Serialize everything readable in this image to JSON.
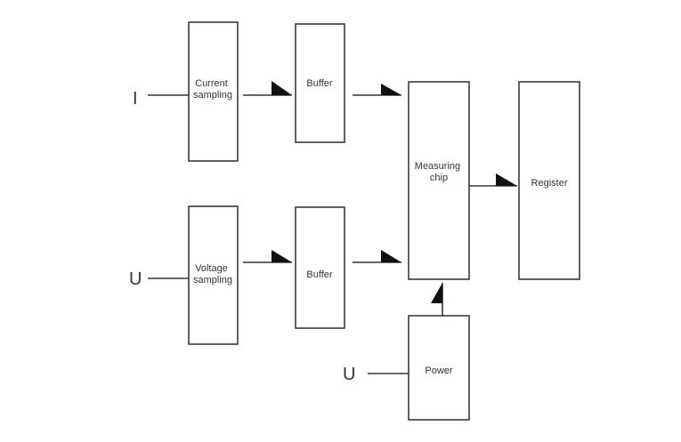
{
  "inputs": {
    "current": "I",
    "voltage": "U",
    "power": "U"
  },
  "blocks": {
    "current_sampling": [
      "Current",
      "sampling"
    ],
    "voltage_sampling": [
      "Voltage",
      "sampling"
    ],
    "buffer_top": "Buffer",
    "buffer_bottom": "Buffer",
    "measuring_chip": [
      "Measuring",
      "chip"
    ],
    "register": "Register",
    "power": "Power"
  }
}
